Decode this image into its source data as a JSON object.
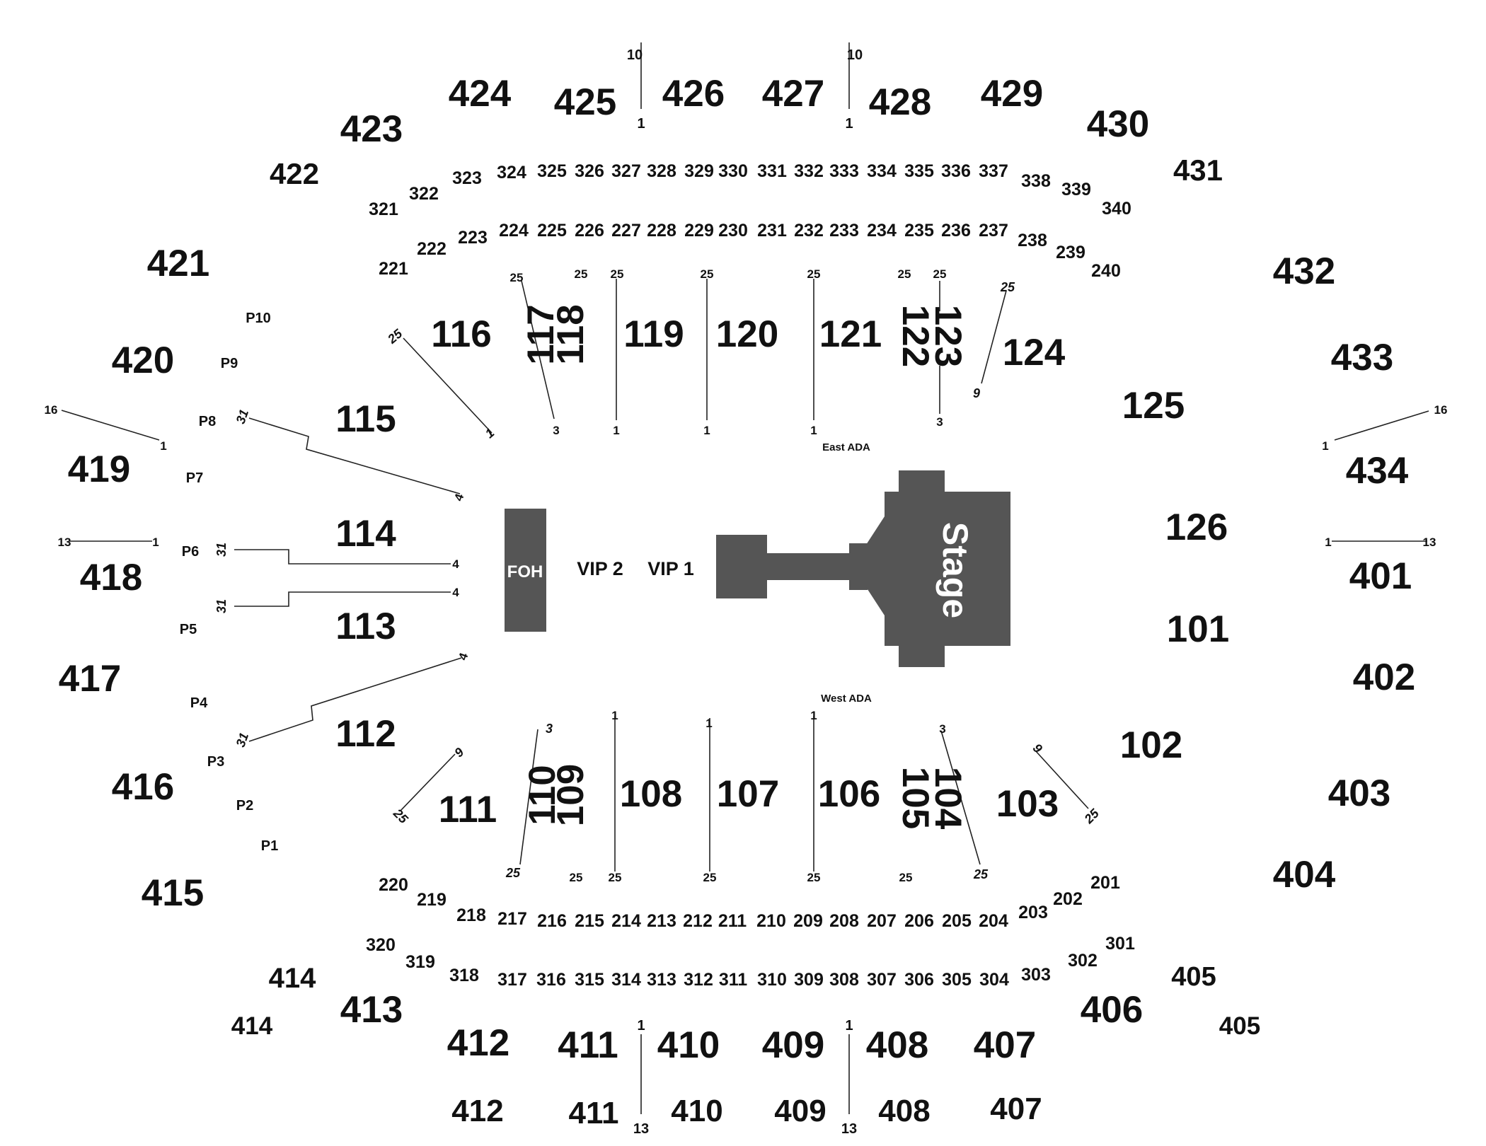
{
  "stage": {
    "label": "Stage",
    "color": "#555555"
  },
  "foh": {
    "label": "FOH"
  },
  "vip": {
    "vip2": "VIP 2",
    "vip1": "VIP 1"
  },
  "ada": {
    "east": "East ADA",
    "west": "West ADA"
  },
  "sections_lower": [
    "101",
    "102",
    "103",
    "104",
    "105",
    "106",
    "107",
    "108",
    "109",
    "110",
    "111",
    "112",
    "113",
    "114",
    "115",
    "116",
    "117",
    "118",
    "119",
    "120",
    "121",
    "122",
    "123",
    "124",
    "125",
    "126"
  ],
  "sections_200": [
    "201",
    "202",
    "203",
    "204",
    "205",
    "206",
    "207",
    "208",
    "209",
    "210",
    "211",
    "212",
    "213",
    "214",
    "215",
    "216",
    "217",
    "218",
    "219",
    "220",
    "221",
    "222",
    "223",
    "224",
    "225",
    "226",
    "227",
    "228",
    "229",
    "230",
    "231",
    "232",
    "233",
    "234",
    "235",
    "236",
    "237",
    "238",
    "239",
    "240"
  ],
  "sections_300": [
    "301",
    "302",
    "303",
    "304",
    "305",
    "306",
    "307",
    "308",
    "309",
    "310",
    "311",
    "312",
    "313",
    "314",
    "315",
    "316",
    "317",
    "318",
    "319",
    "320",
    "321",
    "322",
    "323",
    "324",
    "325",
    "326",
    "327",
    "328",
    "329",
    "330",
    "331",
    "332",
    "333",
    "334",
    "335",
    "336",
    "337",
    "338",
    "339",
    "340"
  ],
  "sections_400": [
    "401",
    "402",
    "403",
    "404",
    "405",
    "406",
    "407",
    "408",
    "409",
    "410",
    "411",
    "412",
    "413",
    "414",
    "415",
    "416",
    "417",
    "418",
    "419",
    "420",
    "421",
    "422",
    "423",
    "424",
    "425",
    "426",
    "427",
    "428",
    "429",
    "430",
    "431",
    "432",
    "433",
    "434"
  ],
  "sections_400_secondary": [
    "405",
    "407",
    "408",
    "409",
    "410",
    "411",
    "412",
    "414"
  ],
  "pit_sections": [
    "P1",
    "P2",
    "P3",
    "P4",
    "P5",
    "P6",
    "P7",
    "P8",
    "P9",
    "P10"
  ],
  "row_labels": [
    "1",
    "3",
    "4",
    "9",
    "10",
    "13",
    "16",
    "25",
    "31"
  ]
}
